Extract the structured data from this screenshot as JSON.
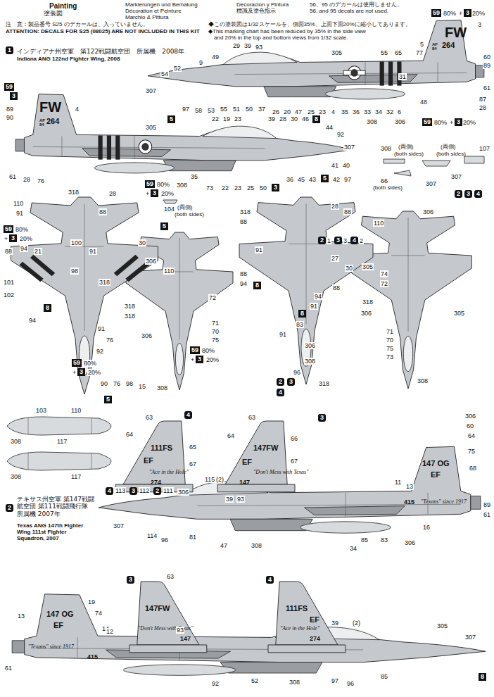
{
  "diagram": {
    "nodes": [
      {
        "text": [
          "1"
        ]
      },
      {
        "text": [
          "59"
        ]
      },
      {
        "text": [
          "3"
        ]
      },
      {
        "text": [
          "59"
        ]
      },
      {
        "text": [
          "3"
        ]
      },
      {
        "text": [
          "5"
        ]
      },
      {
        "text": [
          "59"
        ]
      },
      {
        "text": [
          "3"
        ]
      },
      {
        "text": [
          "59"
        ]
      },
      {
        "text": [
          "3"
        ]
      },
      {
        "text": [
          "3"
        ]
      },
      {
        "text": [
          "5"
        ]
      },
      {
        "text": [
          "59"
        ]
      },
      {
        "text": [
          "3"
        ]
      },
      {
        "text": [
          "8"
        ]
      },
      {
        "text": [
          "59"
        ]
      },
      {
        "text": [
          "3"
        ]
      },
      {
        "text": [
          "5"
        ]
      },
      {
        "text": [
          "59"
        ]
      },
      {
        "text": [
          "3"
        ]
      },
      {
        "text": [
          "5"
        ]
      },
      {
        "text": [
          "2"
        ]
      },
      {
        "text": [
          "3"
        ]
      },
      {
        "text": [
          "4"
        ]
      },
      {
        "text": [
          "2"
        ]
      },
      {
        "text": [
          "3"
        ]
      },
      {
        "text": [
          "4"
        ]
      },
      {
        "text": [
          "2"
        ]
      },
      {
        "text": [
          "3"
        ]
      },
      {
        "text": [
          "4"
        ]
      },
      {
        "text": [
          "8"
        ]
      },
      {
        "text": [
          "8"
        ]
      },
      {
        "text": [
          "4"
        ]
      },
      {
        "text": [
          "3"
        ]
      },
      {
        "text": [
          "2"
        ]
      },
      {
        "text": [
          "4"
        ]
      },
      {
        "text": [
          "3"
        ]
      },
      {
        "text": [
          "2"
        ]
      },
      {
        "text": [
          "3"
        ]
      },
      {
        "text": [
          "4"
        ]
      },
      {
        "text": [
          "8"
        ]
      },
      {
        "text": [
          "8"
        ]
      }
    ],
    "labels": [
      "塗装図",
      "Painting",
      "Markierungen und Bemalung",
      "Décoration et Peinture",
      "Marchio & Pittura",
      "Decoracion y Pintura",
      "標識及塗色指示",
      "56、95 のデカールは使用しません。",
      "56, and 95 decals are not used.",
      "注　意：製品番号 S25 のデカールは、入っていません。",
      "ATTENTION: DECALS FOR S25 (08025) ARE NOT INCLUDED IN THIS KIT",
      "◆この塗装図は1/32スケールを、側面35%、上面下面20%に縮小してあります。",
      "◆This marking chart has been reduced by 35% in the side view",
      "and 20% in the top and bottom views from 1/32 scale.",
      "インディアナ州空軍　第122戦闘航空団　所属機　2008年",
      "Indiana ANG 122nd Fighter Wing, 2008",
      "FW",
      "AF",
      "84",
      "264",
      "3",
      "5",
      "77",
      "9",
      "49",
      "29",
      "39",
      "93",
      "52",
      "54",
      "307",
      "305",
      "65",
      "55",
      "31",
      "60",
      "89",
      "61",
      "87",
      "28",
      "97",
      "58",
      "53",
      "55",
      "51",
      "50",
      "37",
      "26",
      "20",
      "47",
      "25",
      "23",
      "4",
      "35",
      "36",
      "33",
      "34",
      "32",
      "6",
      "48",
      "308",
      "306",
      "80%",
      "+",
      "20%",
      "80%",
      "+",
      "20%",
      "FW",
      "AF",
      "84",
      "264",
      "4",
      "89",
      "90",
      "305",
      "22",
      "19",
      "23",
      "39",
      "28",
      "30",
      "46",
      "44",
      "92",
      "307",
      "61",
      "28",
      "76",
      "80%",
      "+",
      "20%",
      "308",
      "35",
      "73",
      "22",
      "23",
      "25",
      "50",
      "36",
      "45",
      "43",
      "42",
      "97",
      "41",
      "40",
      "308",
      "(両側)",
      "(both sides)",
      "(両側)",
      "(both sides)",
      "107",
      "307",
      "66",
      "(both sides)",
      "104",
      "(両側)",
      "(both sides)",
      "318",
      "110",
      "28",
      "91",
      "88",
      "80%",
      "+",
      "20%",
      "88",
      "94",
      "21",
      "100",
      "91",
      "30",
      "306",
      "98",
      "101",
      "102",
      "94",
      "318",
      "110",
      "318",
      "318",
      "91",
      "306",
      "76",
      "92",
      "80%",
      "+",
      "20%",
      "90",
      "76",
      "98",
      "15",
      "308",
      "80%",
      "+",
      "20%",
      "71",
      "70",
      "75",
      "72",
      "307",
      "318",
      "88",
      "28",
      "88",
      "91",
      "88",
      "94",
      "1",
      "3",
      "2",
      "27",
      "30",
      "88",
      "94",
      "91",
      "83",
      "91",
      "306",
      "308",
      "318",
      "96",
      "110",
      "306",
      "305",
      "318",
      "306",
      "74",
      "72",
      "71",
      "70",
      "75",
      "73",
      "305",
      "308",
      "103",
      "110",
      "308",
      "117",
      "117",
      "308",
      "63",
      "64",
      "111FS",
      "EF",
      "\"Ace in the Hole\"",
      "274",
      "65",
      "67",
      "63",
      "64",
      "147FW",
      "EF",
      "\"Don't Mess with Texas\"",
      "147",
      "66",
      "67",
      "306",
      "60",
      "64",
      "147 OG",
      "EF",
      "75",
      "68",
      "11",
      "13",
      "415",
      "\"Texans\" since 1917",
      "61",
      "89",
      "テキサス州空軍 第147戦闘航空団 第111戦闘飛行隊 所属機 2007年",
      "Texas ANG 147th Fighter Wing 111st Fighter Squadron, 2007",
      "113",
      "112",
      "111",
      "115",
      "(2)",
      "39",
      "93",
      "306",
      "307",
      "114",
      "96",
      "81",
      "47",
      "308",
      "85",
      "83",
      "34",
      "306",
      "16",
      "147FW",
      "\"Don't Mess with Texas\"",
      "147",
      "63",
      "111FS",
      "EF",
      "\"Ace in the Hole\"",
      "274",
      "147 OG",
      "EF",
      "19",
      "74",
      "14",
      "61",
      "\"Texans\" since 1917",
      "415",
      "13",
      "93",
      "12",
      "307",
      "305",
      "(2)",
      "39",
      "97",
      "96",
      "308",
      "85",
      "92",
      "52"
    ]
  }
}
